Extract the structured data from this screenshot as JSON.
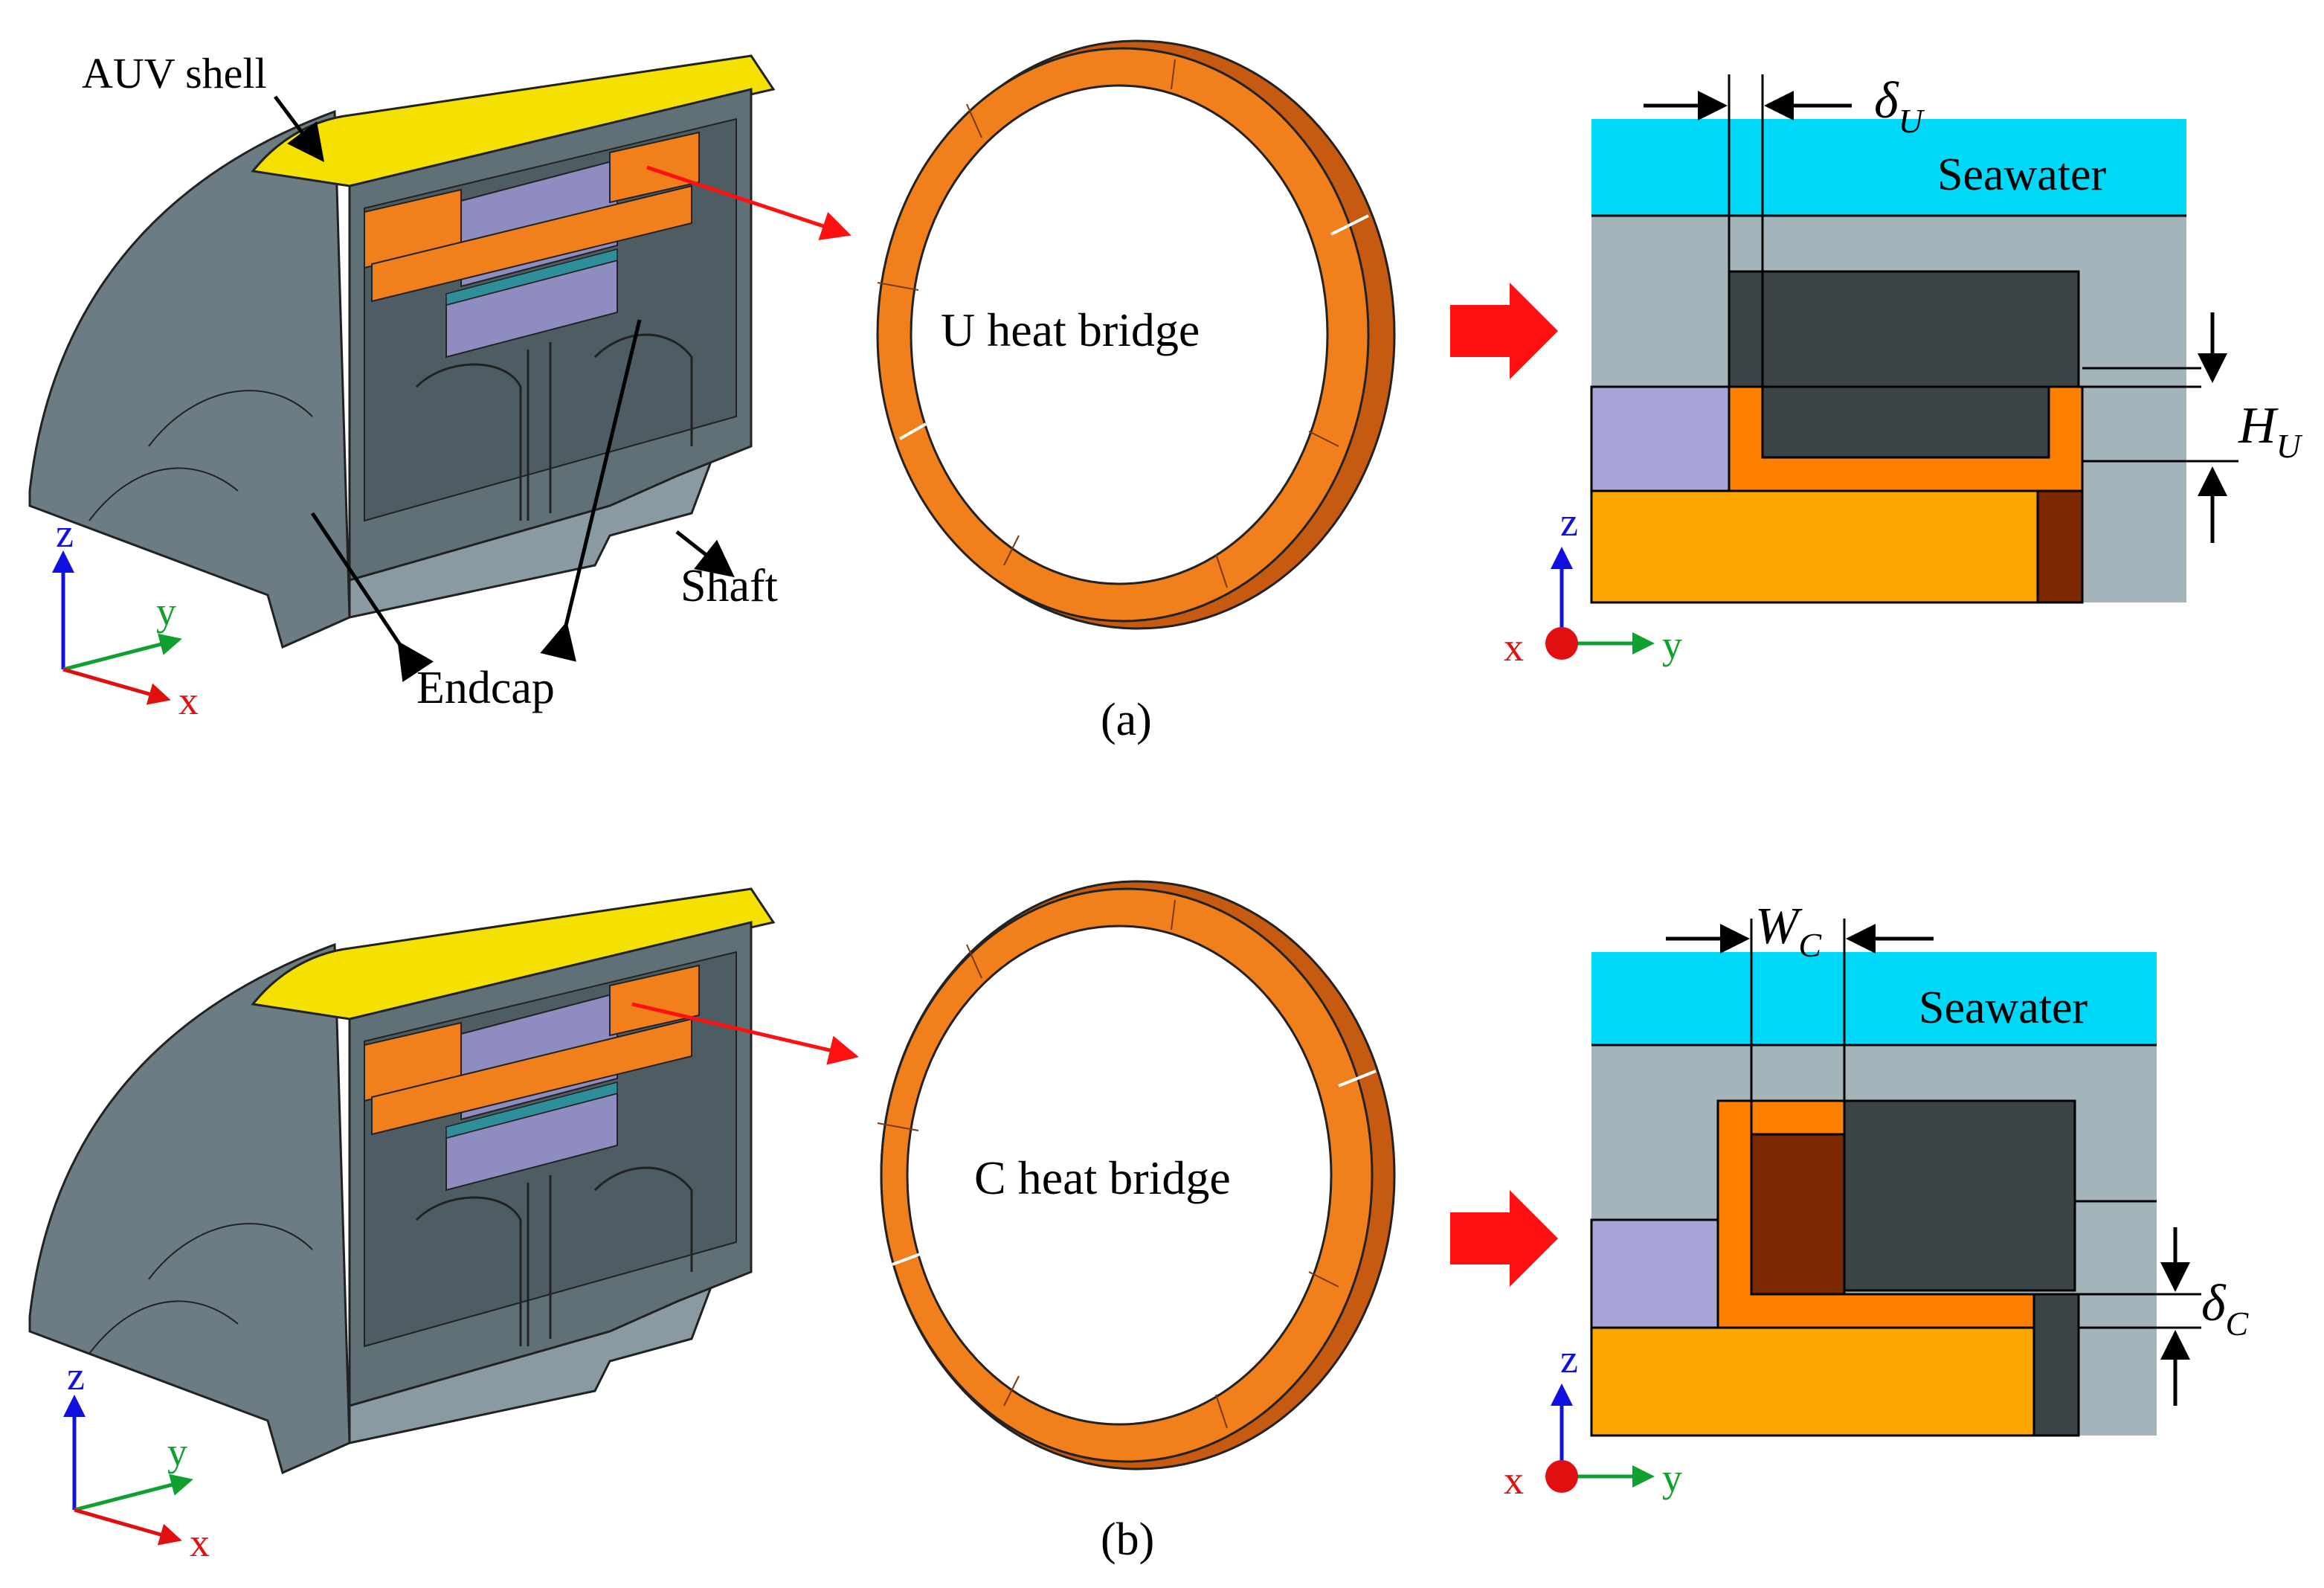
{
  "panel_a": {
    "caption": "(a)",
    "label_auv_shell": "AUV shell",
    "label_endcap": "Endcap",
    "label_shaft": "Shaft",
    "ring_label": "U heat bridge",
    "section": {
      "seawater": "Seawater",
      "dim_delta": "δ",
      "dim_delta_sub": "U",
      "dim_h": "H",
      "dim_h_sub": "U"
    },
    "axes": {
      "z": "z",
      "y": "y",
      "x": "x"
    },
    "section_axes": {
      "x": "x",
      "y": "y",
      "z": "z"
    }
  },
  "panel_b": {
    "caption": "(b)",
    "ring_label": "C heat bridge",
    "section": {
      "seawater": "Seawater",
      "dim_w": "W",
      "dim_w_sub": "C",
      "dim_delta": "δ",
      "dim_delta_sub": "C"
    },
    "axes": {
      "z": "z",
      "y": "y",
      "x": "x"
    },
    "section_axes": {
      "x": "x",
      "y": "y",
      "z": "z"
    }
  },
  "colors": {
    "shell_yellow": "#F5E100",
    "housing_grey": "#6B7C84",
    "housing_light": "#8A9AA2",
    "copper": "#F07F1C",
    "copper_dark": "#C55A10",
    "purple": "#8E8CC0",
    "seawater": "#00D8F8",
    "section_grey": "#A3B5BB",
    "section_dark": "#3A4346",
    "section_orange": "#FFA500",
    "section_copper": "#FF7F00",
    "section_brown": "#7B2800",
    "section_lilac": "#A8A4D8",
    "arrow_red": "#FF1010",
    "axis_blue": "#1010E0",
    "axis_green": "#10A030",
    "axis_red": "#E01010"
  }
}
